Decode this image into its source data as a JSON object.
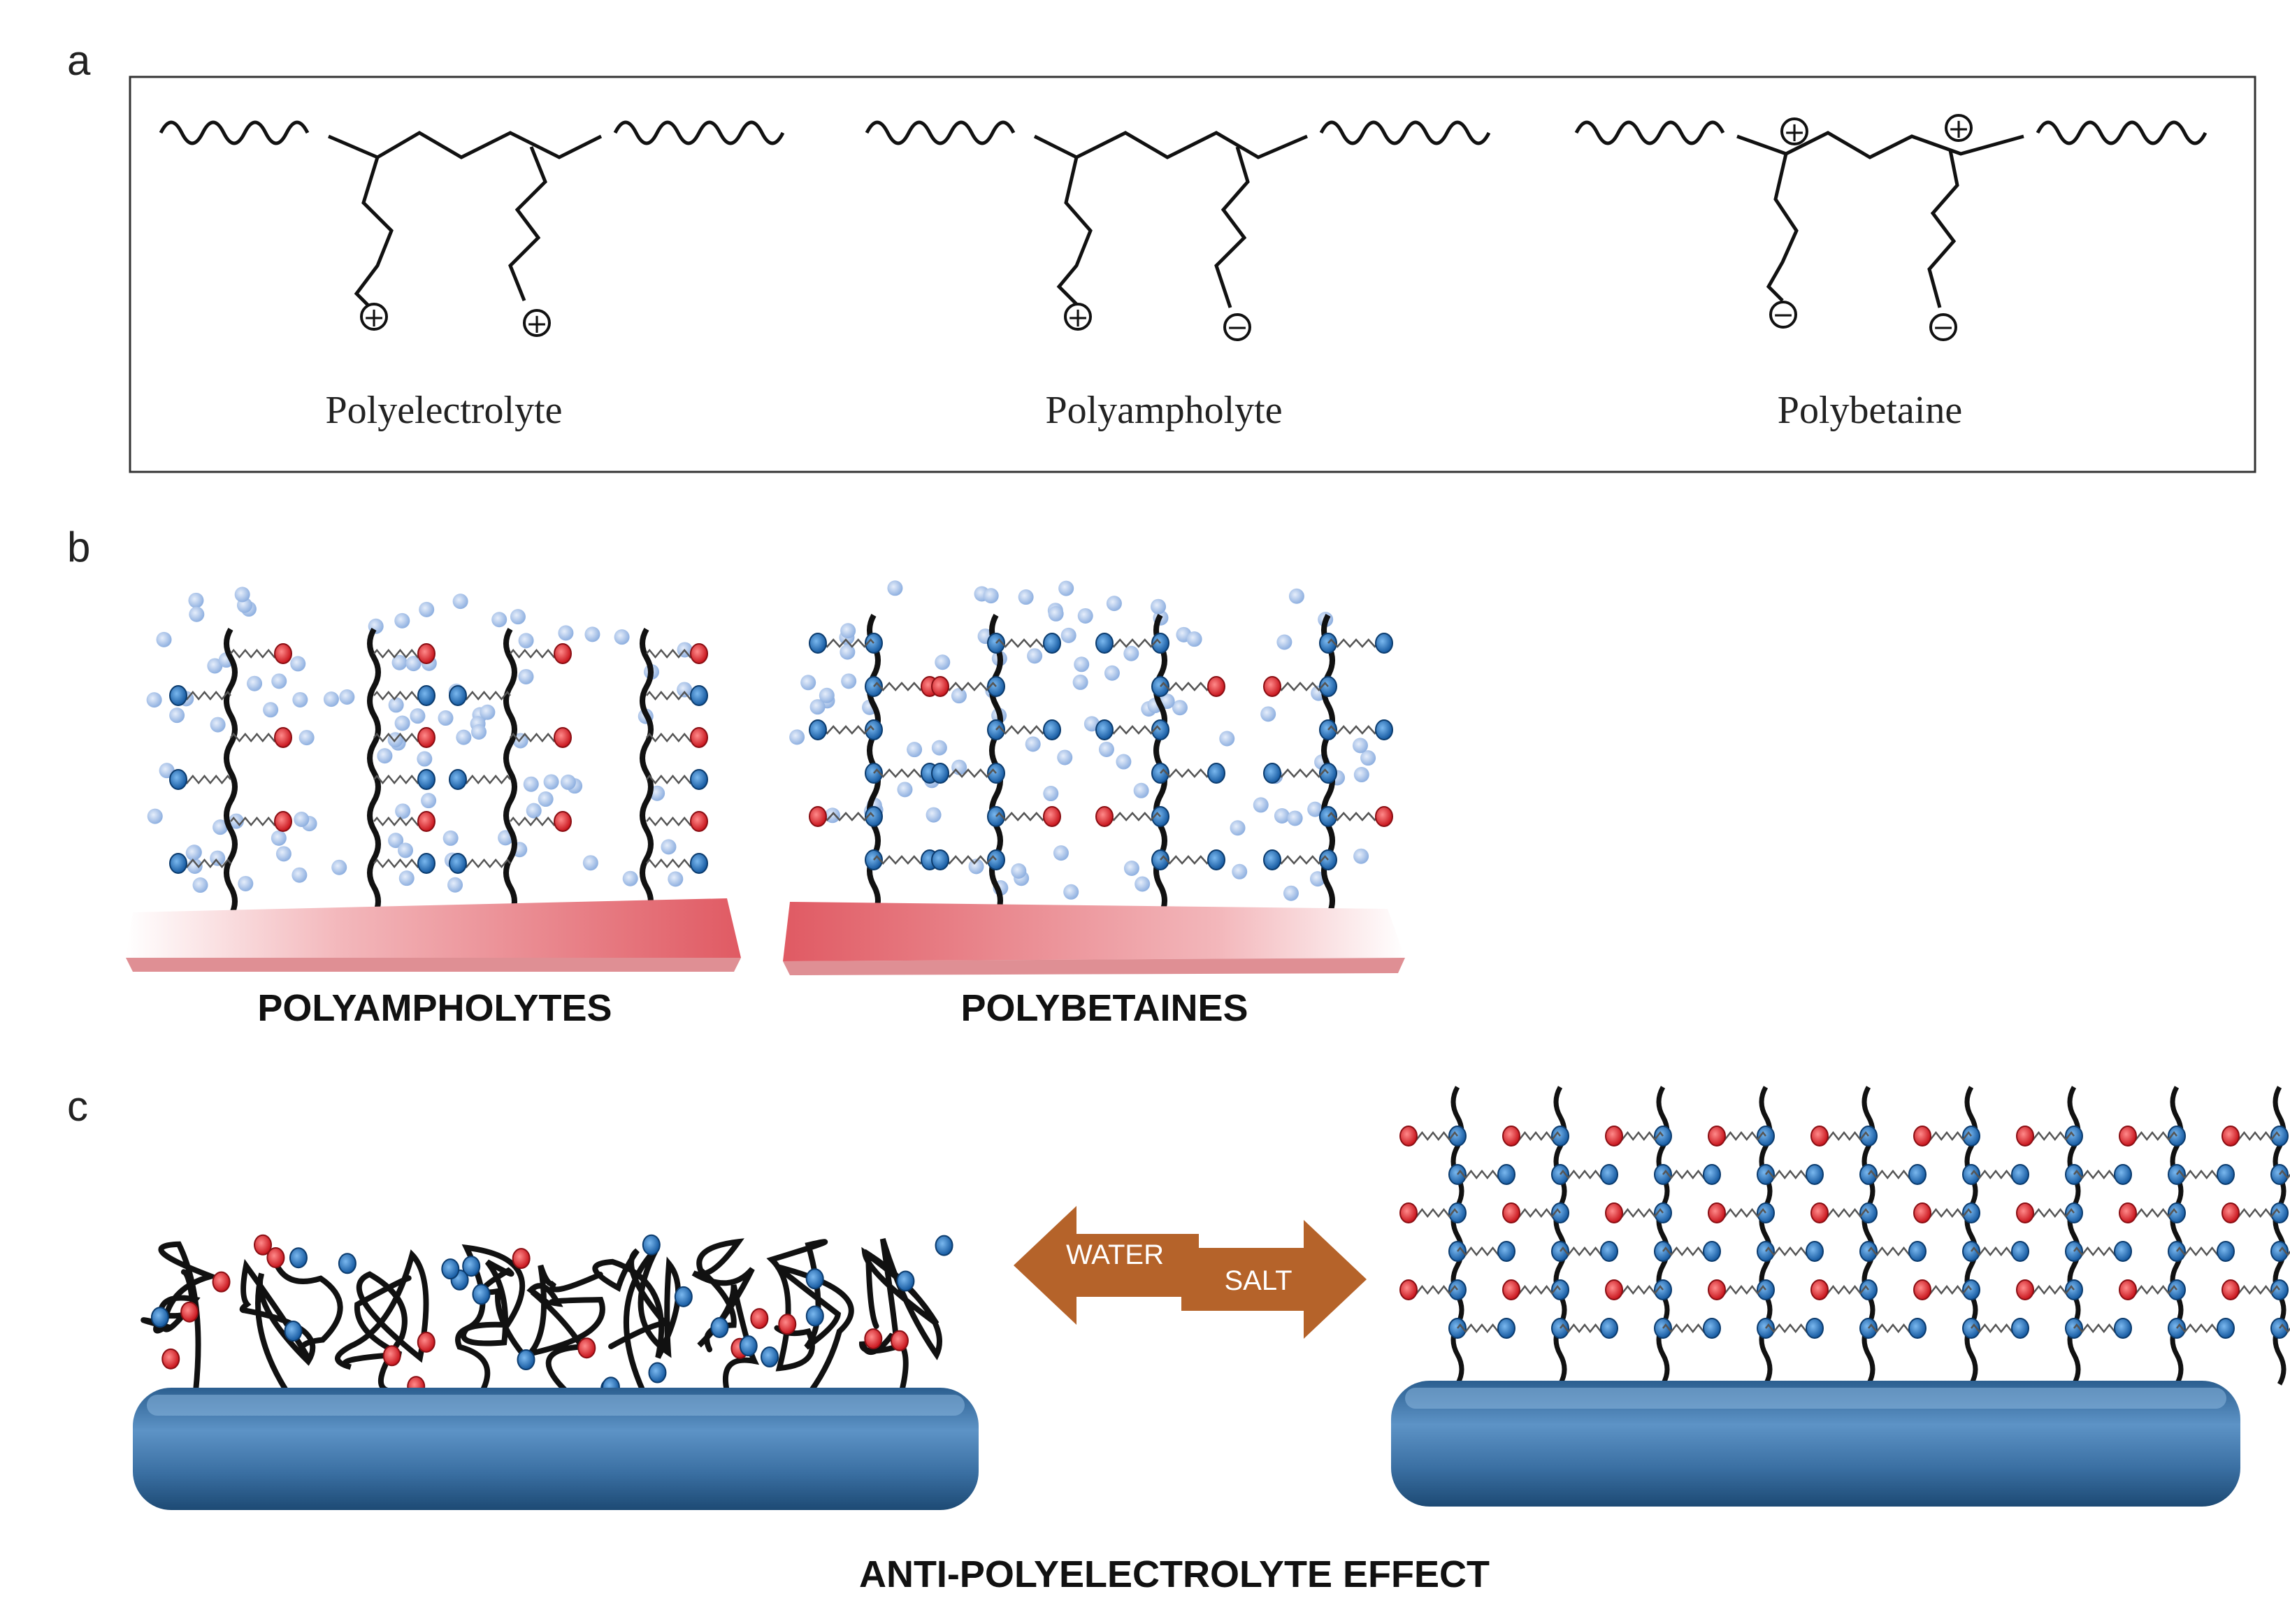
{
  "panel_letters": {
    "a": "a",
    "b": "b",
    "c": "c"
  },
  "panel_a": {
    "structures": [
      {
        "label": "Polyelectrolyte",
        "charges": [
          "+",
          "+"
        ],
        "backbone_charges": []
      },
      {
        "label": "Polyampholyte",
        "charges": [
          "+",
          "−"
        ],
        "backbone_charges": []
      },
      {
        "label": "Polybetaine",
        "charges": [
          "−",
          "−"
        ],
        "backbone_charges": [
          "+",
          "+"
        ]
      }
    ]
  },
  "panel_b": {
    "left_caption": "POLYAMPHOLYTES",
    "right_caption": "POLYBETAINES"
  },
  "panel_c": {
    "arrow_left_label": "WATER",
    "arrow_right_label": "SALT",
    "caption": "ANTI-POLYELECTROLYTE EFFECT"
  },
  "colors": {
    "cation": "#d8262b",
    "anion": "#1f6fb8",
    "counterion": "#aac4ea",
    "red_substrate": "#e8727a",
    "blue_substrate": "#3f78ad",
    "arrow": "#b5632a",
    "chain": "#111111"
  }
}
